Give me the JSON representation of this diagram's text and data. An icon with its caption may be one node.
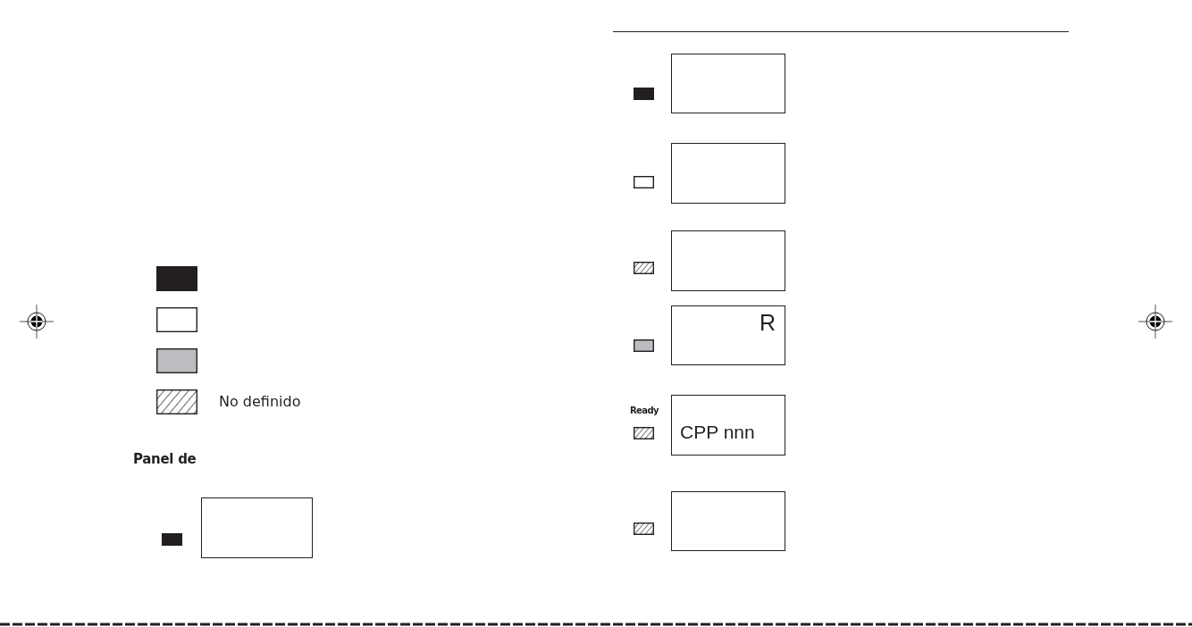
{
  "diagram": {
    "nodes": [
      {
        "text": [],
        "shape": "box"
      },
      {
        "text": [],
        "shape": "box"
      },
      {
        "text": [],
        "shape": "box"
      },
      {
        "text": [],
        "shape": "box"
      },
      {
        "text": [
          "R"
        ]
      },
      {
        "text": [
          "CPP nnn"
        ]
      },
      {
        "text": [],
        "shape": "box"
      }
    ],
    "labels": [
      "Panel de",
      "Ready"
    ],
    "legend": [
      {
        "text": "No definido"
      }
    ]
  }
}
